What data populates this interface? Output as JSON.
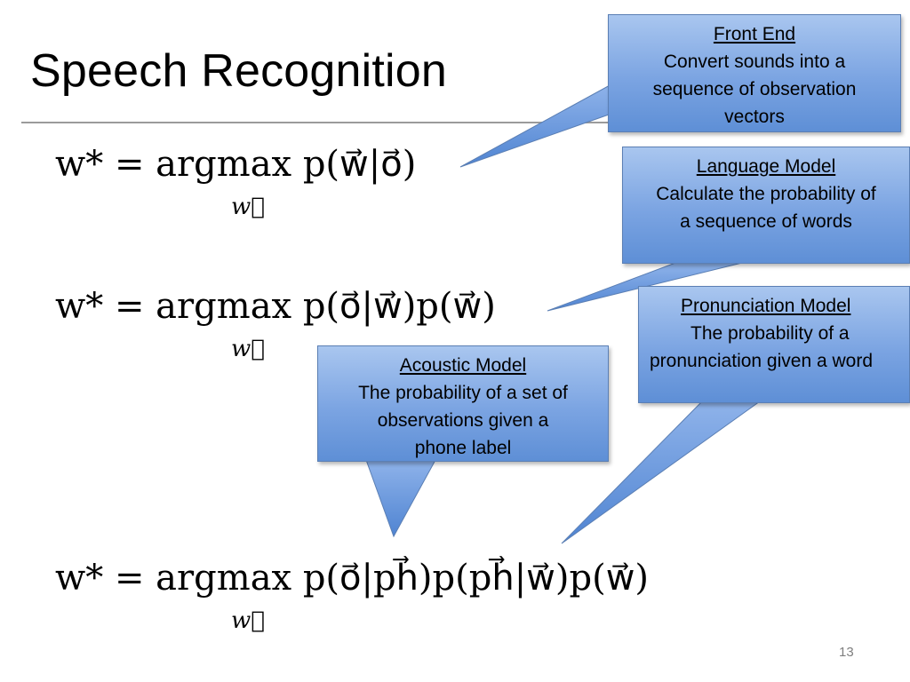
{
  "slide": {
    "title": "Speech Recognition",
    "page_number": "13"
  },
  "equations": [
    {
      "lhs": "w* = argmax",
      "rhs": "p(w⃗|o⃗)",
      "sub": "w⃗"
    },
    {
      "lhs": "w* = argmax",
      "rhs": "p(o⃗|w⃗)p(w⃗)",
      "sub": "w⃗"
    },
    {
      "lhs": "w* = argmax",
      "rhs": "p(o⃗|ph⃗)p(ph⃗|w⃗)p(w⃗)",
      "sub": "w⃗"
    }
  ],
  "callouts": {
    "front_end": {
      "heading": "Front End",
      "lines": [
        "Convert sounds into a",
        "sequence of observation",
        "vectors"
      ]
    },
    "language_model": {
      "heading": "Language Model",
      "lines": [
        "Calculate the probability of",
        "a sequence of words"
      ]
    },
    "pronunciation_model": {
      "heading": "Pronunciation Model",
      "lines": [
        "The probability of a",
        "pronunciation given a word"
      ]
    },
    "acoustic_model": {
      "heading": "Acoustic Model",
      "lines": [
        "The probability of a set of",
        "observations given a",
        "phone label"
      ]
    }
  },
  "colors": {
    "callout_fill_top": "#a9c6ef",
    "callout_fill_bottom": "#5e8fd6",
    "callout_border": "#5b7fb4",
    "rule": "#9b9b9b"
  }
}
